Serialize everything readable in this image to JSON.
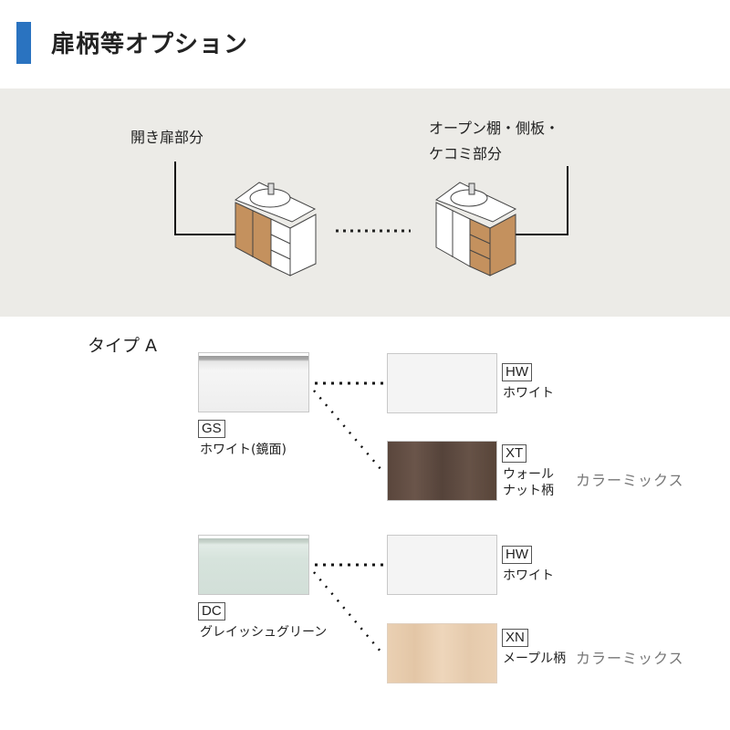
{
  "header": {
    "title": "扉柄等オプション",
    "accent": "#2a73c0"
  },
  "diagram": {
    "left_label": "開き扉部分",
    "right_label_line1": "オープン棚・側板・",
    "right_label_line2": "ケコミ部分",
    "door_color": "#c4915e"
  },
  "type_label": "タイプ A",
  "groups": [
    {
      "base": {
        "code": "GS",
        "name": "ホワイト(鏡面)",
        "color": "#f2f2f2"
      },
      "options": [
        {
          "code": "HW",
          "name": "ホワイト",
          "color": "#f4f4f4"
        },
        {
          "code": "XT",
          "name_line1": "ウォール",
          "name_line2": "ナット柄",
          "color": "#5e4a3f"
        }
      ],
      "mix_label": "カラーミックス"
    },
    {
      "base": {
        "code": "DC",
        "name": "グレイッシュグリーン",
        "color": "#d6e3dc"
      },
      "options": [
        {
          "code": "HW",
          "name": "ホワイト",
          "color": "#f4f4f4"
        },
        {
          "code": "XN",
          "name": "メープル柄",
          "color": "#e8cdb0"
        }
      ],
      "mix_label": "カラーミックス"
    }
  ]
}
